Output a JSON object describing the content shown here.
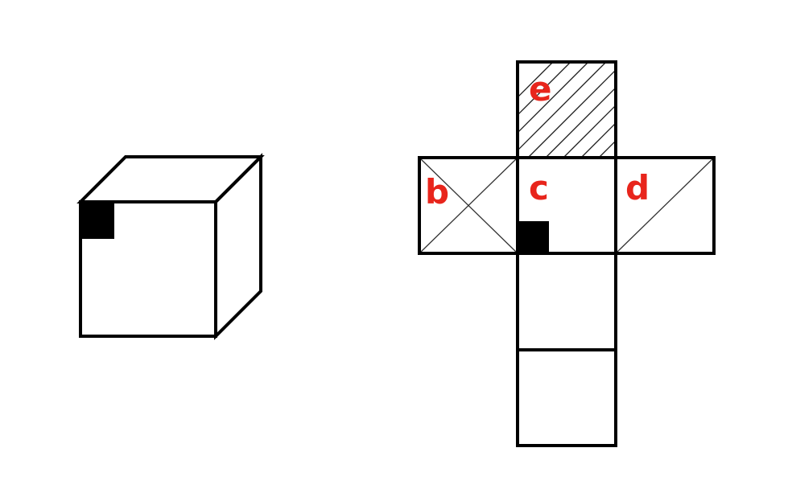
{
  "colors": {
    "background": "#ffffff",
    "stroke": "#000000",
    "label": "#e8251c",
    "hatch": "#1a1a1a"
  },
  "net": {
    "labels": {
      "e": "e",
      "b": "b",
      "c": "c",
      "d": "d"
    }
  }
}
